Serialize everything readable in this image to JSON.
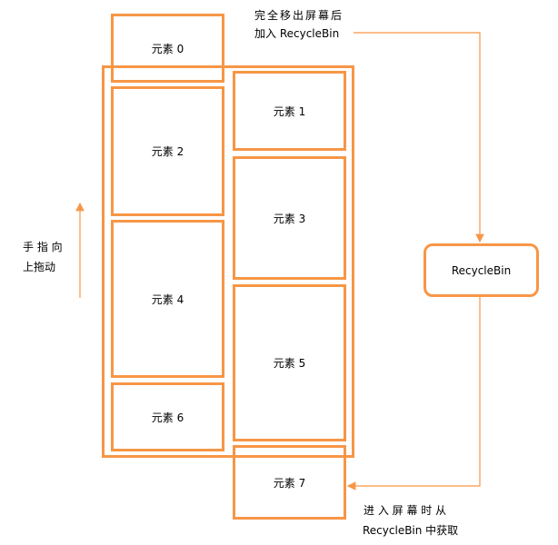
{
  "elements": [
    "元素 0",
    "元素 1",
    "元素 2",
    "元素 3",
    "元素 4",
    "元素 5",
    "元素 6",
    "元素 7"
  ],
  "recycle_bin": "RecycleBin",
  "top_note": {
    "line1": "完全移出屏幕后",
    "line2": "加入 RecycleBin"
  },
  "bottom_note": {
    "line1": "进 入 屏 幕 时 从",
    "line2": "RecycleBin 中获取"
  },
  "gesture": {
    "line1": "手 指 向",
    "line2": "上拖动"
  },
  "colors": {
    "accent": "#F79646"
  }
}
